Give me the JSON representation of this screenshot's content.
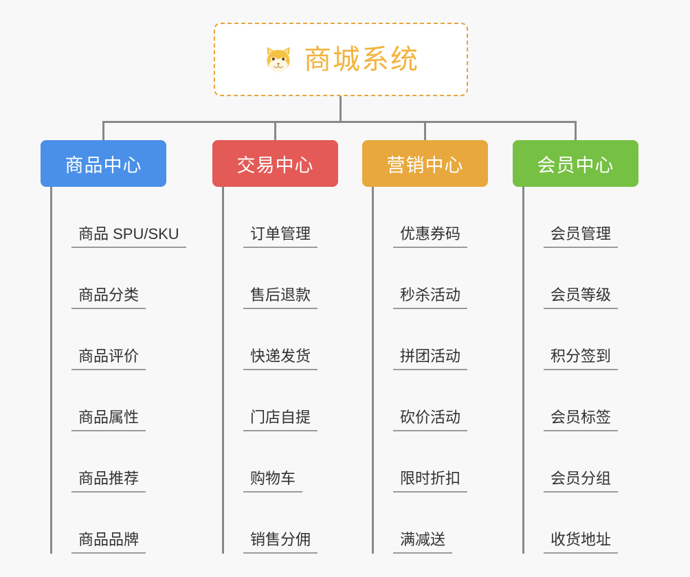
{
  "page": {
    "background_color": "#f8f8f8",
    "connector_color": "#888888",
    "leaf_text_color": "#303133",
    "leaf_underline_color": "#9a9a9a"
  },
  "root": {
    "title": "商城系统",
    "icon": "shiba-dog-icon",
    "text_color": "#f2b33d",
    "border_color": "#e8a33d",
    "background_color": "#ffffff"
  },
  "branches": [
    {
      "label": "商品中心",
      "color": "#4a90e8",
      "items": [
        "商品 SPU/SKU",
        "商品分类",
        "商品评价",
        "商品属性",
        "商品推荐",
        "商品品牌"
      ]
    },
    {
      "label": "交易中心",
      "color": "#e35a56",
      "items": [
        "订单管理",
        "售后退款",
        "快递发货",
        "门店自提",
        "购物车",
        "销售分佣"
      ]
    },
    {
      "label": "营销中心",
      "color": "#e8a83d",
      "items": [
        "优惠券码",
        "秒杀活动",
        "拼团活动",
        "砍价活动",
        "限时折扣",
        "满减送"
      ]
    },
    {
      "label": "会员中心",
      "color": "#76c043",
      "items": [
        "会员管理",
        "会员等级",
        "积分签到",
        "会员标签",
        "会员分组",
        "收货地址"
      ]
    }
  ]
}
